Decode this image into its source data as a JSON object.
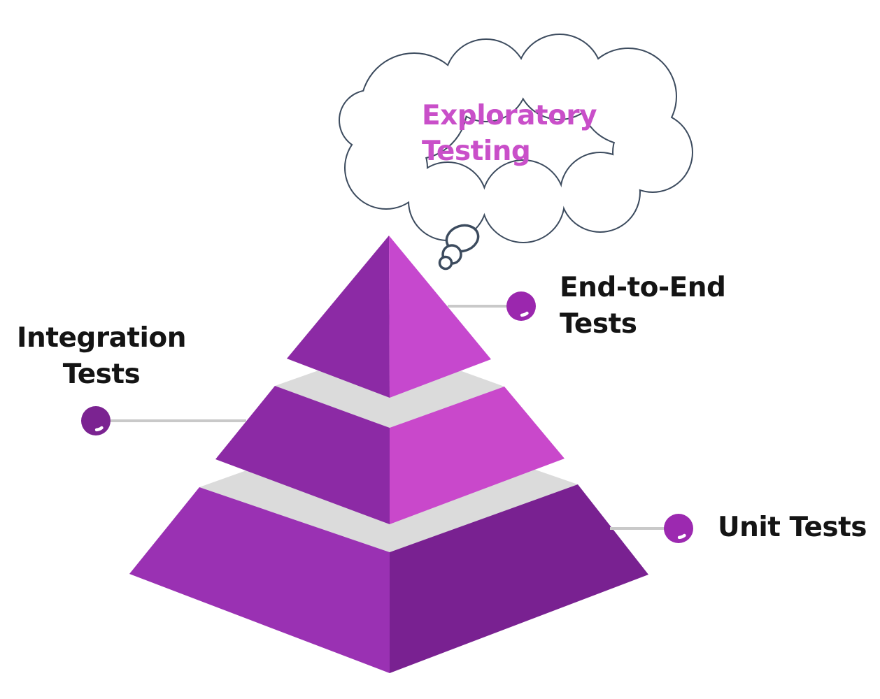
{
  "diagram": {
    "background": "#FFFFFF",
    "text_color": "#141414",
    "cloud": {
      "line1": "Exploratory",
      "line2": "Testing",
      "text_color": "#C94FC9",
      "outline_color": "#3C4B5E",
      "fill_color": "#FFFFFF"
    },
    "labels": {
      "end_to_end": {
        "line1": "End-to-End",
        "line2": "Tests"
      },
      "integration": {
        "line1": "Integration",
        "line2": "Tests"
      },
      "unit": {
        "line1": "Unit Tests"
      }
    },
    "pyramid": {
      "top_face_color": "#DBDBDB",
      "levels": [
        {
          "id": "unit-tests-level",
          "left_face_color": "#9A31B3",
          "right_face_color": "#792191"
        },
        {
          "id": "integration-tests-level",
          "left_face_color": "#8C2AA5",
          "right_face_color": "#C948CB"
        },
        {
          "id": "end-to-end-tests-level",
          "left_face_color": "#8C2AA5",
          "right_face_color": "#C648CE"
        }
      ]
    },
    "connectors": {
      "line_color": "#C9C9C9",
      "end_to_end_dot_color": "#9B27AE",
      "integration_dot_color": "#7B2391",
      "unit_dot_color": "#9C29B0",
      "dot_highlight_color": "#FFFFFF"
    }
  }
}
